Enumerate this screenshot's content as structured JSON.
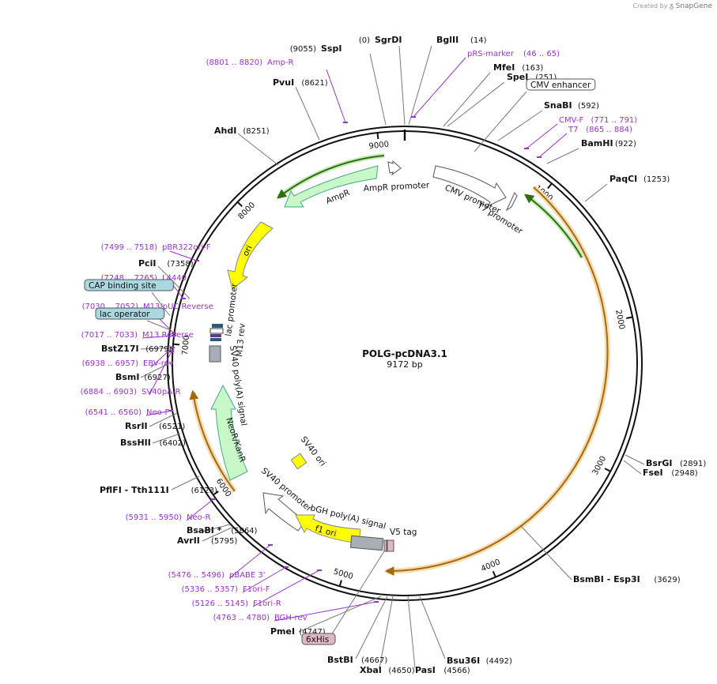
{
  "credit": {
    "prefix": "Created by",
    "brand": "SnapGene"
  },
  "plasmid": {
    "name": "POLG-pcDNA3.1",
    "size": "9172 bp",
    "length_bp": 9172
  },
  "ticks": [
    {
      "bp": 1000,
      "label": "1000"
    },
    {
      "bp": 2000,
      "label": "2000"
    },
    {
      "bp": 3000,
      "label": "3000"
    },
    {
      "bp": 4000,
      "label": "4000"
    },
    {
      "bp": 5000,
      "label": "5000"
    },
    {
      "bp": 6000,
      "label": "6000"
    },
    {
      "bp": 7000,
      "label": "7000"
    },
    {
      "bp": 8000,
      "label": "8000"
    },
    {
      "bp": 9000,
      "label": "9000"
    }
  ],
  "enzymes_top": [
    {
      "pos": "(0)",
      "name": "SgrDI"
    },
    {
      "pos": "(9055)",
      "name": "SspI"
    },
    {
      "name": "BglII",
      "pos": "(14)"
    },
    {
      "name": "MfeI",
      "pos": "(163)"
    },
    {
      "name": "SpeI",
      "pos": "(251)"
    },
    {
      "name": "SnaBI",
      "pos": "(592)"
    },
    {
      "name": "BamHI",
      "pos": "(922)"
    },
    {
      "name": "PaqCI",
      "pos": "(1253)"
    },
    {
      "name": "BsrGI",
      "pos": "(2891)"
    },
    {
      "name": "FseI",
      "pos": "(2948)"
    },
    {
      "name": "BsmBI  - Esp3I",
      "pos": "(3629)"
    },
    {
      "name": "Bsu36I",
      "pos": "(4492)"
    },
    {
      "name": "PasI",
      "pos": "(4566)"
    },
    {
      "name": "XbaI",
      "pos": "(4650)"
    },
    {
      "name": "BstBI",
      "pos": "(4667)"
    },
    {
      "name": "PmeI",
      "pos": "(4747)"
    },
    {
      "name": "AvrII",
      "pos": "(5795)"
    },
    {
      "name": "BsaBI *",
      "pos": "(5864)"
    },
    {
      "name": "PflFI  - Tth111I",
      "pos": "(6123)"
    },
    {
      "name": "BssHII",
      "pos": "(6402)"
    },
    {
      "name": "RsrII",
      "pos": "(6521)"
    },
    {
      "name": "BsmI",
      "pos": "(6927)"
    },
    {
      "name": "BstZ17I",
      "pos": "(6979)"
    },
    {
      "name": "PciI",
      "pos": "(7358)"
    },
    {
      "name": "AhdI",
      "pos": "(8251)"
    },
    {
      "name": "PvuI",
      "pos": "(8621)"
    }
  ],
  "primers": [
    {
      "name": "Amp-R",
      "range": "(8801 .. 8820)"
    },
    {
      "name": "pRS-marker",
      "range": "(46 .. 65)"
    },
    {
      "name": "CMV-F",
      "range": "(771 .. 791)"
    },
    {
      "name": "T7",
      "range": "(865 .. 884)"
    },
    {
      "name": "pBR322ori-F",
      "range": "(7499 .. 7518)"
    },
    {
      "name": "L4440",
      "range": "(7248 .. 7265)"
    },
    {
      "name": "M13/pUC Reverse",
      "range": "(7030 .. 7052)"
    },
    {
      "name": "M13 Reverse",
      "range": "(7017 .. 7033)"
    },
    {
      "name": "EBV-rev",
      "range": "(6938 .. 6957)"
    },
    {
      "name": "SV40pA-R",
      "range": "(6884 .. 6903)"
    },
    {
      "name": "Neo-F",
      "range": "(6541 .. 6560)"
    },
    {
      "name": "Neo-R",
      "range": "(5931 .. 5950)"
    },
    {
      "name": "pBABE 3'",
      "range": "(5476 .. 5496)"
    },
    {
      "name": "F1ori-F",
      "range": "(5336 .. 5357)"
    },
    {
      "name": "F1ori-R",
      "range": "(5126 .. 5145)"
    },
    {
      "name": "BGH-rev",
      "range": "(4763 .. 4780)"
    }
  ],
  "boxed_labels": [
    {
      "name": "CMV enhancer",
      "color": "#ffffff"
    },
    {
      "name": "CAP binding site",
      "color": "#a9d8e0"
    },
    {
      "name": "lac operator",
      "color": "#a9d8e0"
    },
    {
      "name": "6xHis",
      "color": "#e0b7c4"
    }
  ],
  "features": [
    {
      "name": "AmpR promoter"
    },
    {
      "name": "AmpR"
    },
    {
      "name": "CMV promoter"
    },
    {
      "name": "T7 promoter"
    },
    {
      "name": "ori"
    },
    {
      "name": "lac promoter"
    },
    {
      "name": "M13 rev"
    },
    {
      "name": "SV40 poly(A) signal"
    },
    {
      "name": "NeoR/KanR"
    },
    {
      "name": "SV40 ori"
    },
    {
      "name": "SV40 promoter"
    },
    {
      "name": "bGH poly(A) signal"
    },
    {
      "name": "f1 ori"
    },
    {
      "name": "V5 tag"
    }
  ],
  "colors": {
    "ampr": "#c8f7c8",
    "ori": "#ffff00",
    "primer": "#9933cc",
    "backbone": "#111111",
    "orf": "#e9a23b",
    "green_arrow": "#3c8a1e",
    "polyA": "#a8aeb5",
    "misc": "#a9d8e0",
    "his": "#e0b7c4"
  }
}
